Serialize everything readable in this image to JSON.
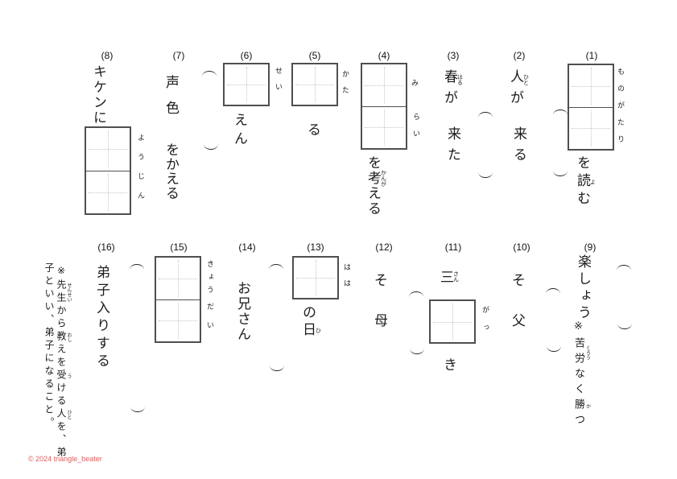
{
  "footer": {
    "text": "© 2024 triangle_beater",
    "color": "#dd5f5f"
  },
  "problems": {
    "p1": {
      "num": "(1)",
      "box_furigana": "ものがたり",
      "below": [
        {
          "t": "を"
        },
        {
          "t": "読",
          "r": "よ"
        },
        {
          "t": "む"
        }
      ]
    },
    "p2": {
      "num": "(2)",
      "text1": [
        {
          "t": "人",
          "r": "ひと"
        },
        {
          "t": "が"
        }
      ],
      "text2": "来る"
    },
    "p3": {
      "num": "(3)",
      "text1": [
        {
          "t": "春",
          "r": "はる"
        },
        {
          "t": "が"
        }
      ],
      "text2": "来た"
    },
    "p4": {
      "num": "(4)",
      "box1_furigana": "み",
      "box2_furigana": "らい",
      "below": [
        {
          "t": "を"
        },
        {
          "t": "考",
          "r": "かんが"
        },
        {
          "t": "える"
        }
      ]
    },
    "p5": {
      "num": "(5)",
      "box_furigana": "かた",
      "below_text": "る"
    },
    "p6": {
      "num": "(6)",
      "box_furigana": "せい",
      "below_text": "えん"
    },
    "p7": {
      "num": "(7)",
      "text1": "声色",
      "text2": "をかえる"
    },
    "p8": {
      "num": "(8)",
      "top_text": "キケンに",
      "box_furigana": "ようじん"
    },
    "p9": {
      "num": "(9)",
      "text1": "楽しょう",
      "note": [
        {
          "t": "※"
        },
        {
          "t": "苦労",
          "r": "くろう"
        },
        {
          "t": "なく"
        },
        {
          "t": "勝",
          "r": "か"
        },
        {
          "t": "つ"
        }
      ]
    },
    "p10": {
      "num": "(10)",
      "text1": "そ",
      "text2": "父"
    },
    "p11": {
      "num": "(11)",
      "text1": [
        {
          "t": "三",
          "r": "さん"
        }
      ],
      "box_furigana": "がっ",
      "below_text": "き"
    },
    "p12": {
      "num": "(12)",
      "text1": "そ",
      "text2": "母"
    },
    "p13": {
      "num": "(13)",
      "box_furigana": "はは",
      "below": [
        {
          "t": "の"
        },
        {
          "t": "日",
          "r": "ひ"
        }
      ]
    },
    "p14": {
      "num": "(14)",
      "text1": "お兄さん"
    },
    "p15": {
      "num": "(15)",
      "box1_furigana": "きょう",
      "box2_furigana": "だい"
    },
    "p16": {
      "num": "(16)",
      "text1": "弟子入りする",
      "note1": [
        {
          "t": "※"
        },
        {
          "t": "先生",
          "r": "せんせい"
        },
        {
          "t": "から"
        },
        {
          "t": "教",
          "r": "おし"
        },
        {
          "t": "えを"
        },
        {
          "t": "受",
          "r": "う"
        },
        {
          "t": "ける"
        },
        {
          "t": "人",
          "r": "ひと"
        },
        {
          "t": "を、弟"
        }
      ],
      "note2": "子といい、弟子になること。"
    }
  }
}
